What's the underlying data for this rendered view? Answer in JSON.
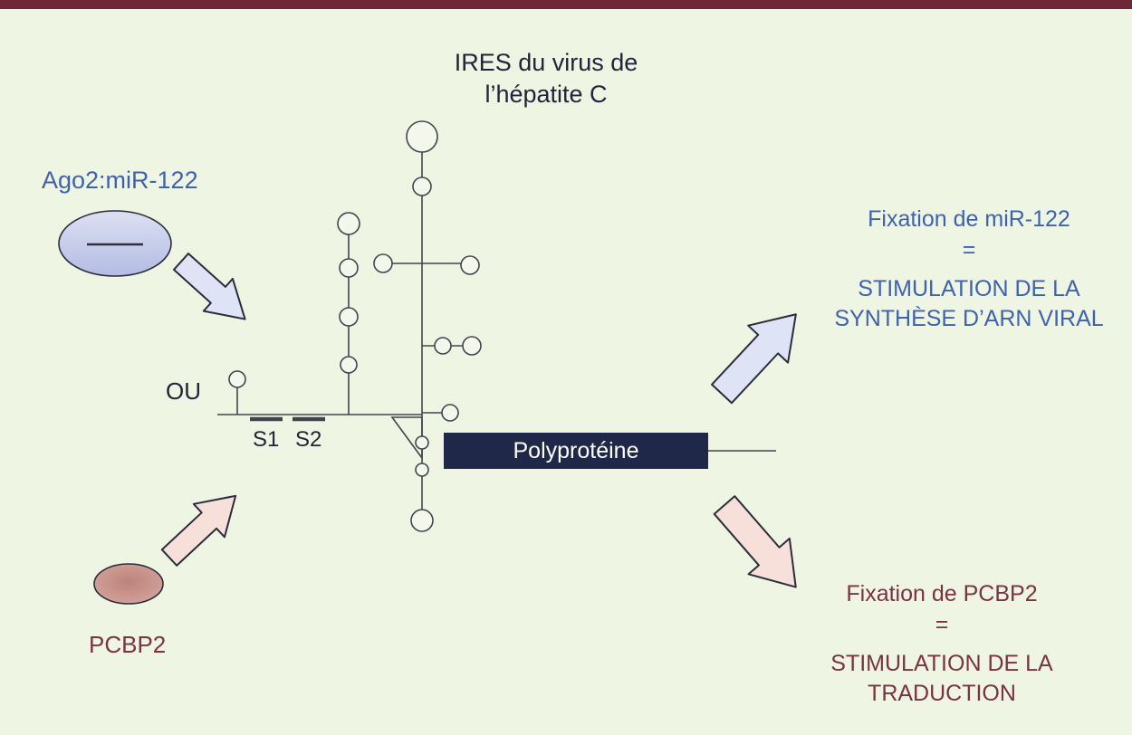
{
  "colors": {
    "background": "#eef5e3",
    "top_bar": "#6d2837",
    "blue_text": "#3f62ae",
    "red_text": "#7a3343",
    "dark_text": "#23233a",
    "polyprotein_bg": "#1f2849",
    "polyprotein_text": "#ffffff",
    "structure_stroke": "#44444e",
    "structure_fill": "#f4f8ec",
    "arrow_stroke": "#2c2c3c",
    "arrow_blue_fill": "#dfe3f6",
    "arrow_pink_fill": "#f6e0d9"
  },
  "title": {
    "line1": "IRES du virus de",
    "line2": "l’hépatite C"
  },
  "left": {
    "ago2_label": "Ago2:miR-122",
    "ou_label": "OU",
    "s1_label": "S1",
    "s2_label": "S2",
    "pcbp2_label": "PCBP2"
  },
  "structure": {
    "polyprotein_label": "Polyprotéine"
  },
  "right": {
    "mir122": {
      "line1": "Fixation de miR-122",
      "equals": "=",
      "line2": "STIMULATION DE LA",
      "line3": "SYNTHÈSE D’ARN VIRAL"
    },
    "pcbp2": {
      "line1": "Fixation de PCBP2",
      "equals": "=",
      "line2": "STIMULATION DE LA",
      "line3": "TRADUCTION"
    }
  }
}
